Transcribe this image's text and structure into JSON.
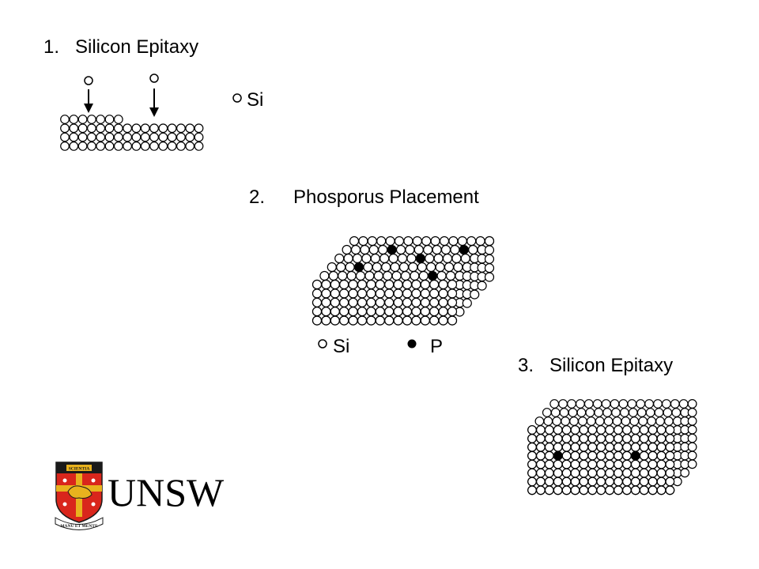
{
  "steps": [
    {
      "number": "1.",
      "title": "Silicon Epitaxy"
    },
    {
      "number": "2.",
      "title": "Phosporus Placement"
    },
    {
      "number": "3.",
      "title": "Silicon Epitaxy"
    }
  ],
  "legend": {
    "si_label": "Si",
    "p_label": "P"
  },
  "logo": {
    "name": "UNSW",
    "book_text": "SCIENTIA",
    "motto": "MANU ET MENTE"
  },
  "colors": {
    "atom_stroke": "#000000",
    "atom_fill": "#ffffff",
    "dopant": "#000000",
    "crest_red": "#d9261c",
    "crest_gold": "#e8b21e",
    "crest_black": "#1a1a1a"
  }
}
